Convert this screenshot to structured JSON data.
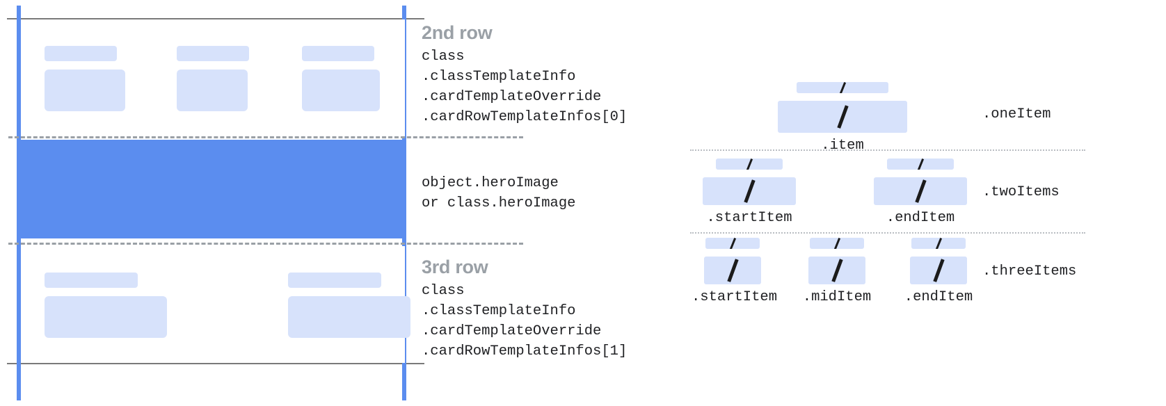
{
  "diagram": {
    "title_semantic": "google-wallet-card-template-layout",
    "colors": {
      "guide_blue": "#5b8def",
      "hero_fill": "#5b8def",
      "placeholder_fill": "#d7e2fb",
      "guide_gray": "#7a7a7a",
      "dash_gray": "#9aa0a6",
      "title_gray": "#9aa0a6",
      "code_text": "#202124",
      "slash_black": "#1b1b1b",
      "background": "#ffffff"
    }
  },
  "card": {
    "rows": [
      {
        "name": "second-row",
        "fields": [
          {
            "label_placeholder": "",
            "value_placeholder": ""
          },
          {
            "label_placeholder": "",
            "value_placeholder": ""
          },
          {
            "label_placeholder": "",
            "value_placeholder": ""
          }
        ]
      },
      {
        "name": "hero-image-row",
        "fields": []
      },
      {
        "name": "third-row",
        "fields": [
          {
            "label_placeholder": "",
            "value_placeholder": ""
          },
          {
            "label_placeholder": "",
            "value_placeholder": ""
          }
        ]
      }
    ]
  },
  "annotations": [
    {
      "id": "second-row-note",
      "title": "2nd row",
      "code_lines": [
        "class",
        ".classTemplateInfo",
        ".cardTemplateOverride",
        ".cardRowTemplateInfos[0]"
      ]
    },
    {
      "id": "hero-image-note",
      "title": "",
      "code_lines": [
        "object.heroImage",
        "or class.heroImage"
      ]
    },
    {
      "id": "third-row-note",
      "title": "3rd row",
      "code_lines": [
        "class",
        ".classTemplateInfo",
        ".cardTemplateOverride",
        ".cardRowTemplateInfos[1]"
      ]
    }
  ],
  "item_layouts": [
    {
      "id": "one-item",
      "group_label": ".oneItem",
      "cells": [
        {
          "caption": ".item",
          "glyph": "slash"
        }
      ]
    },
    {
      "id": "two-items",
      "group_label": ".twoItems",
      "cells": [
        {
          "caption": ".startItem",
          "glyph": "slash"
        },
        {
          "caption": ".endItem",
          "glyph": "slash"
        }
      ]
    },
    {
      "id": "three-items",
      "group_label": ".threeItems",
      "cells": [
        {
          "caption": ".startItem",
          "glyph": "slash"
        },
        {
          "caption": ".midItem",
          "glyph": "slash"
        },
        {
          "caption": ".endItem",
          "glyph": "slash"
        }
      ]
    }
  ]
}
